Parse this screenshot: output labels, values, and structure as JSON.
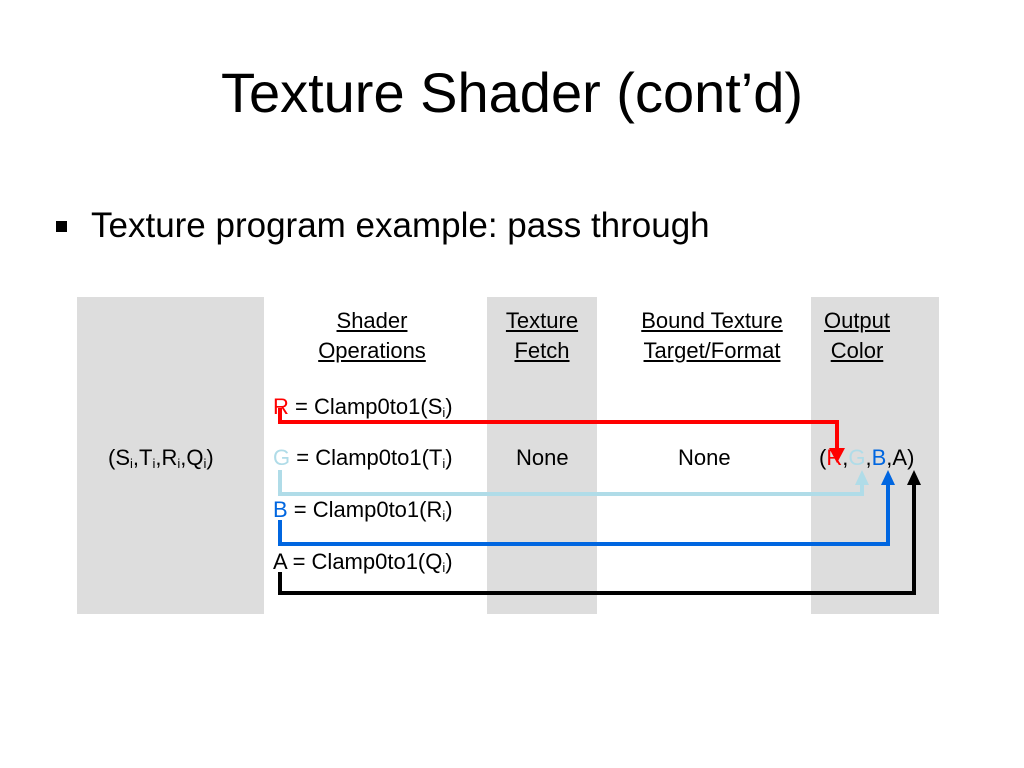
{
  "slide": {
    "title": "Texture Shader (cont’d)",
    "bullet": "Texture program example: pass through"
  },
  "headers": {
    "shader_line1": "Shader",
    "shader_line2": "Operations",
    "fetch_line1": "Texture",
    "fetch_line2": "Fetch",
    "bound_line1": "Bound Texture",
    "bound_line2": "Target/Format",
    "output_line1": "Output",
    "output_line2": "Color"
  },
  "input": {
    "open": "(",
    "s": "S",
    "t": "T",
    "r": "R",
    "q": "Q",
    "sub": "i",
    "comma": ",",
    "close": ")"
  },
  "ops": [
    {
      "channel": "R",
      "expr": " = Clamp0to1(",
      "coord": "S",
      "sub": "i",
      "close": ")"
    },
    {
      "channel": "G",
      "expr": " = Clamp0to1(",
      "coord": "T",
      "sub": "i",
      "close": ")"
    },
    {
      "channel": "B",
      "expr": " = Clamp0to1(",
      "coord": "R",
      "sub": "i",
      "close": ")"
    },
    {
      "channel": "A",
      "expr": " = Clamp0to1(",
      "coord": "Q",
      "sub": "i",
      "close": ")"
    }
  ],
  "texture_fetch": "None",
  "bound_texture": "None",
  "output": {
    "open": "(",
    "r": "R",
    "g": "G",
    "b": "B",
    "a": "A",
    "comma": ",",
    "close": ")"
  },
  "colors": {
    "panel": "#dddddd",
    "red": "#ff0000",
    "green": "#b0dce8",
    "blue": "#0066e0",
    "alpha": "#000000"
  }
}
